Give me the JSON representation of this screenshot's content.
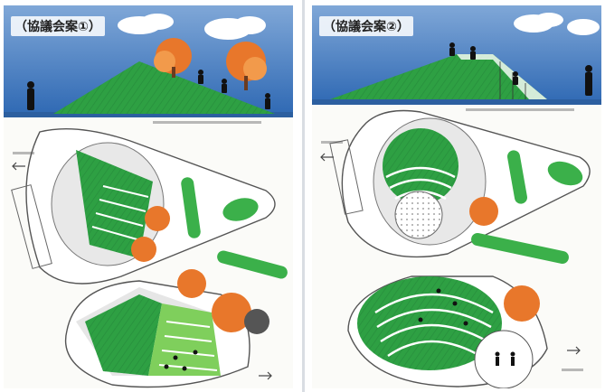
{
  "panels": [
    {
      "title": "（協議会案①）"
    },
    {
      "title": "（協議会案②）"
    }
  ],
  "colors": {
    "sky": "#3b78c2",
    "grass": "#2ea043",
    "grass_light": "#7fcf5c",
    "tree_orange": "#e8772b",
    "paper": "#fbfbf8",
    "ink": "#333333"
  },
  "icons": [
    "person-silhouette",
    "tree",
    "arrow"
  ]
}
